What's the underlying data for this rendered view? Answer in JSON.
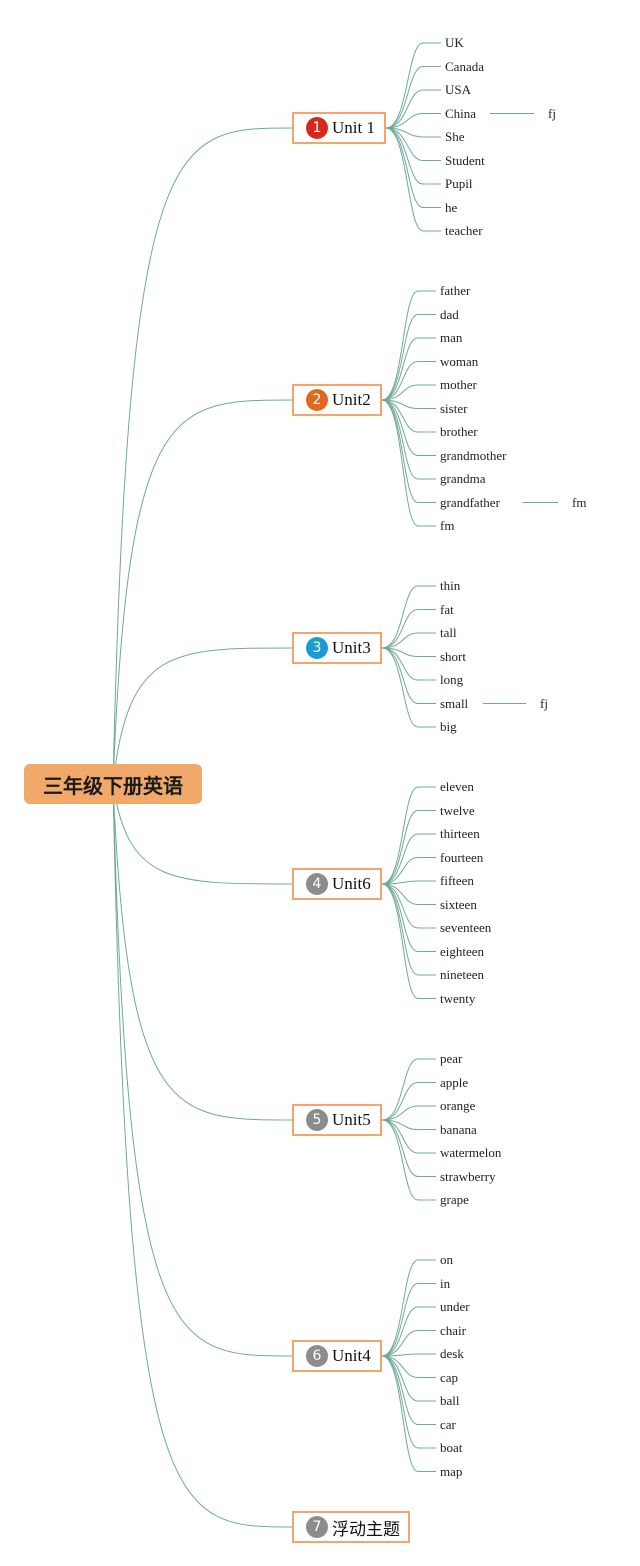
{
  "root": {
    "label": "三年级下册英语"
  },
  "colors": {
    "link": "#6fa99b",
    "unit_border": "#f3a56b",
    "root_fill": "#f0a96a"
  },
  "units": [
    {
      "number": "1",
      "label": "Unit 1",
      "badge_color": "#d8281e",
      "items": [
        {
          "label": "UK"
        },
        {
          "label": "Canada"
        },
        {
          "label": "USA"
        },
        {
          "label": "China",
          "child": "fj"
        },
        {
          "label": "She"
        },
        {
          "label": "Student"
        },
        {
          "label": "Pupil"
        },
        {
          "label": "he"
        },
        {
          "label": "teacher"
        }
      ]
    },
    {
      "number": "2",
      "label": "Unit2",
      "badge_color": "#e2681c",
      "items": [
        {
          "label": "father"
        },
        {
          "label": "dad"
        },
        {
          "label": "man"
        },
        {
          "label": "woman"
        },
        {
          "label": "mother"
        },
        {
          "label": "sister"
        },
        {
          "label": "brother"
        },
        {
          "label": "grandmother"
        },
        {
          "label": "grandma"
        },
        {
          "label": "grandfather",
          "child": "fm"
        },
        {
          "label": "fm"
        }
      ]
    },
    {
      "number": "3",
      "label": "Unit3",
      "badge_color": "#1b9ad6",
      "items": [
        {
          "label": "thin"
        },
        {
          "label": "fat"
        },
        {
          "label": "tall"
        },
        {
          "label": "short"
        },
        {
          "label": "long"
        },
        {
          "label": "small",
          "child": "fj"
        },
        {
          "label": "big"
        }
      ]
    },
    {
      "number": "4",
      "label": "Unit6",
      "badge_color": "#8c8c8c",
      "items": [
        {
          "label": "eleven"
        },
        {
          "label": "twelve"
        },
        {
          "label": "thirteen"
        },
        {
          "label": "fourteen"
        },
        {
          "label": "fifteen"
        },
        {
          "label": "sixteen"
        },
        {
          "label": "seventeen"
        },
        {
          "label": "eighteen"
        },
        {
          "label": "nineteen"
        },
        {
          "label": "twenty"
        }
      ]
    },
    {
      "number": "5",
      "label": "Unit5",
      "badge_color": "#8c8c8c",
      "items": [
        {
          "label": "pear"
        },
        {
          "label": "apple"
        },
        {
          "label": "orange"
        },
        {
          "label": "banana"
        },
        {
          "label": "watermelon"
        },
        {
          "label": "strawberry"
        },
        {
          "label": "grape"
        }
      ]
    },
    {
      "number": "6",
      "label": "Unit4",
      "badge_color": "#8c8c8c",
      "items": [
        {
          "label": "on"
        },
        {
          "label": "in"
        },
        {
          "label": "under"
        },
        {
          "label": "chair"
        },
        {
          "label": "desk"
        },
        {
          "label": "cap"
        },
        {
          "label": "ball"
        },
        {
          "label": "car"
        },
        {
          "label": "boat"
        },
        {
          "label": "map"
        }
      ]
    },
    {
      "number": "7",
      "label": "浮动主题",
      "badge_color": "#8c8c8c",
      "items": []
    }
  ]
}
